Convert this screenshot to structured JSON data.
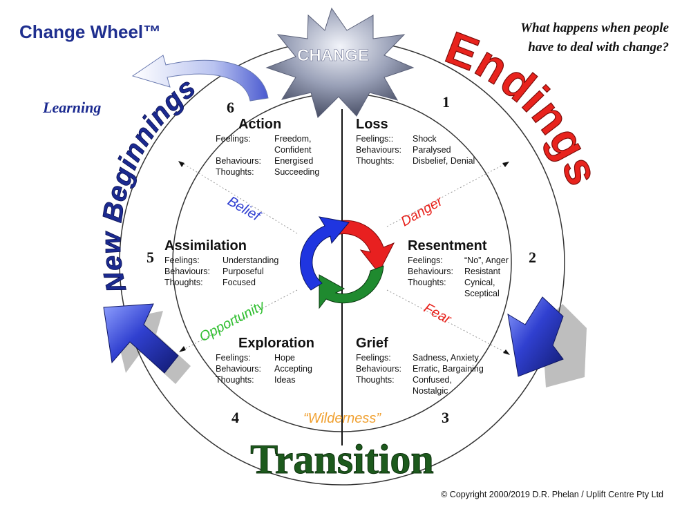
{
  "header": {
    "title": "Change Wheel™",
    "question_line1": "What happens when people",
    "question_line2": "have to deal with change?"
  },
  "star_label": "CHANGE",
  "phases": {
    "endings": "Endings",
    "transition": "Transition",
    "new_beginnings": "New Beginnings"
  },
  "learning_label": "Learning",
  "wilderness_label": "“Wilderness”",
  "transition_words": {
    "danger": "Danger",
    "fear": "Fear",
    "opportunity": "Opportunity",
    "belief": "Belief"
  },
  "stages": [
    {
      "number": "1",
      "title": "Loss",
      "rows": [
        {
          "key": "Feelings::",
          "value": [
            "Shock"
          ]
        },
        {
          "key": "Behaviours:",
          "value": [
            "Paralysed"
          ]
        },
        {
          "key": "Thoughts:",
          "value": [
            "Disbelief, Denial"
          ]
        }
      ]
    },
    {
      "number": "2",
      "title": "Resentment",
      "rows": [
        {
          "key": "Feelings:",
          "value": [
            "“No”, Anger"
          ]
        },
        {
          "key": "Behaviours:",
          "value": [
            "Resistant"
          ]
        },
        {
          "key": "Thoughts:",
          "value": [
            "Cynical,",
            "Sceptical"
          ]
        }
      ]
    },
    {
      "number": "3",
      "title": "Grief",
      "rows": [
        {
          "key": "Feelings:",
          "value": [
            "Sadness, Anxiety"
          ]
        },
        {
          "key": "Behaviours:",
          "value": [
            "Erratic, Bargaining"
          ]
        },
        {
          "key": "Thoughts:",
          "value": [
            "Confused,",
            "Nostalgic"
          ]
        }
      ]
    },
    {
      "number": "4",
      "title": "Exploration",
      "rows": [
        {
          "key": "Feelings:",
          "value": [
            "Hope"
          ]
        },
        {
          "key": "Behaviours:",
          "value": [
            "Accepting"
          ]
        },
        {
          "key": "Thoughts:",
          "value": [
            "Ideas"
          ]
        }
      ]
    },
    {
      "number": "5",
      "title": "Assimilation",
      "rows": [
        {
          "key": "Feelings:",
          "value": [
            "Understanding"
          ]
        },
        {
          "key": "Behaviours:",
          "value": [
            "Purposeful"
          ]
        },
        {
          "key": "Thoughts:",
          "value": [
            "Focused"
          ]
        }
      ]
    },
    {
      "number": "6",
      "title": "Action",
      "rows": [
        {
          "key": "Feelings:",
          "value": [
            "Freedom,",
            "Confident"
          ]
        },
        {
          "key": "Behaviours:",
          "value": [
            "Energised"
          ]
        },
        {
          "key": "Thoughts:",
          "value": [
            "Succeeding"
          ]
        }
      ]
    }
  ],
  "copyright": "© Copyright 2000/2019  D.R. Phelan / Uplift Centre Pty Ltd",
  "colors": {
    "title": "#1f2f8f",
    "endings": "#e8231d",
    "transition": "#1d5a1d",
    "new_beginnings": "#1b2a90",
    "learning": "#1b2a90",
    "wilderness": "#f0a030",
    "danger": "#e8231d",
    "fear": "#e8231d",
    "opportunity": "#2fbf2f",
    "belief": "#2b3bd0",
    "cycle_red": "#e82020",
    "cycle_blue": "#1f35e0",
    "cycle_green": "#1f8a2f"
  }
}
